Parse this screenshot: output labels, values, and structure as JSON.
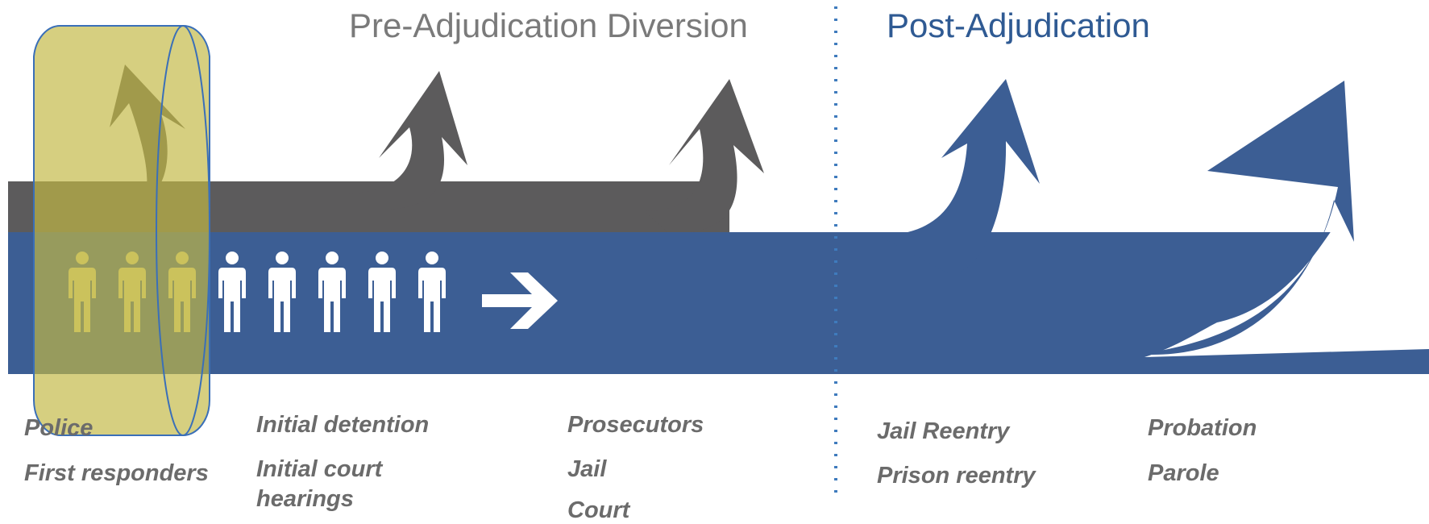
{
  "headers": {
    "pre": "Pre-Adjudication Diversion",
    "post": "Post-Adjudication"
  },
  "stages": {
    "s1": [
      "Police",
      "First responders"
    ],
    "s2": [
      "Initial detention",
      "Initial court",
      "hearings"
    ],
    "s3": [
      "Prosecutors",
      "Jail",
      "Court"
    ],
    "s4": [
      "Jail Reentry",
      "Prison reentry"
    ],
    "s5": [
      "Probation",
      "Parole"
    ]
  },
  "colors": {
    "gray_band": "#5c5b5c",
    "blue_band": "#3c5e94",
    "person_highlight": "#ddd58f",
    "person_default": "#ffffff",
    "highlight_fill": "#c3b844",
    "divider": "#3f7bbd",
    "pre_title": "#7a7a7a",
    "post_title": "#2f5a93"
  },
  "people": {
    "count": 8,
    "highlighted": 3
  },
  "icons": [
    "person-icon",
    "arrow-right-icon",
    "exit-arrow-icon"
  ]
}
